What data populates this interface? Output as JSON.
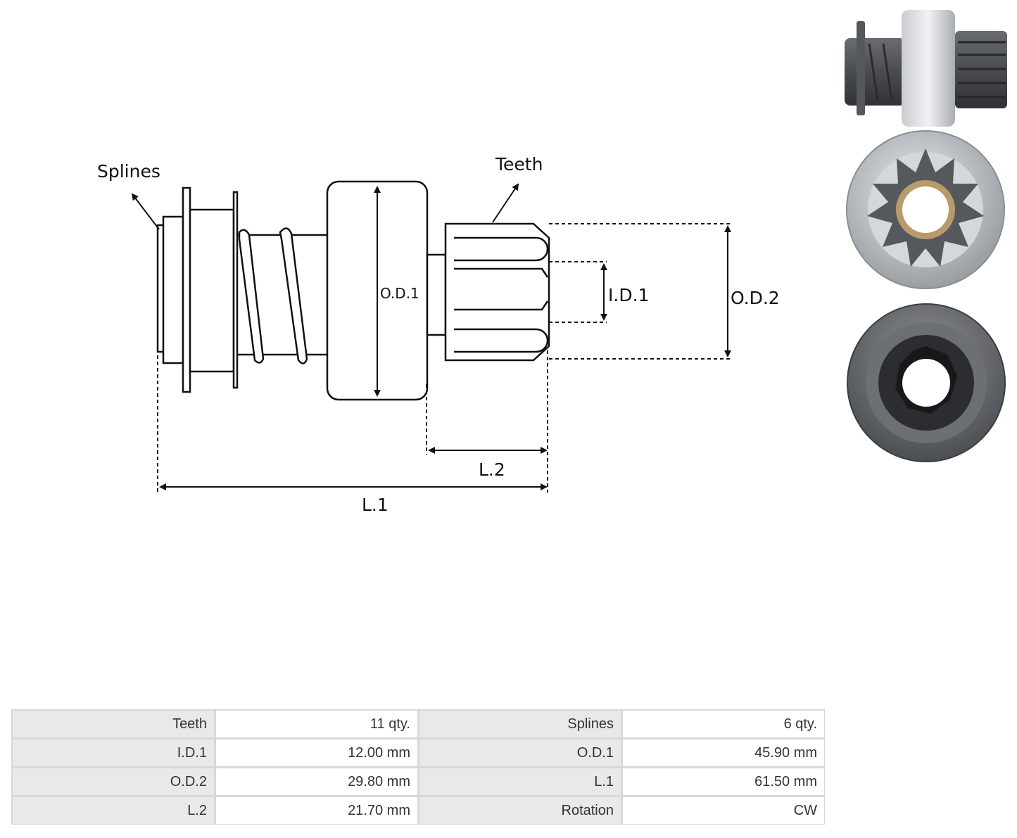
{
  "diagram": {
    "labels": {
      "splines": "Splines",
      "teeth": "Teeth",
      "od1": "O.D.1",
      "id1": "I.D.1",
      "od2": "O.D.2",
      "l1": "L.1",
      "l2": "L.2"
    }
  },
  "photos": [
    "side view",
    "pinion end view",
    "spline end view"
  ],
  "specs": [
    {
      "k1": "Teeth",
      "v1": "11 qty.",
      "k2": "Splines",
      "v2": "6 qty."
    },
    {
      "k1": "I.D.1",
      "v1": "12.00 mm",
      "k2": "O.D.1",
      "v2": "45.90 mm"
    },
    {
      "k1": "O.D.2",
      "v1": "29.80 mm",
      "k2": "L.1",
      "v2": "61.50 mm"
    },
    {
      "k1": "L.2",
      "v1": "21.70 mm",
      "k2": "Rotation",
      "v2": "CW"
    }
  ]
}
